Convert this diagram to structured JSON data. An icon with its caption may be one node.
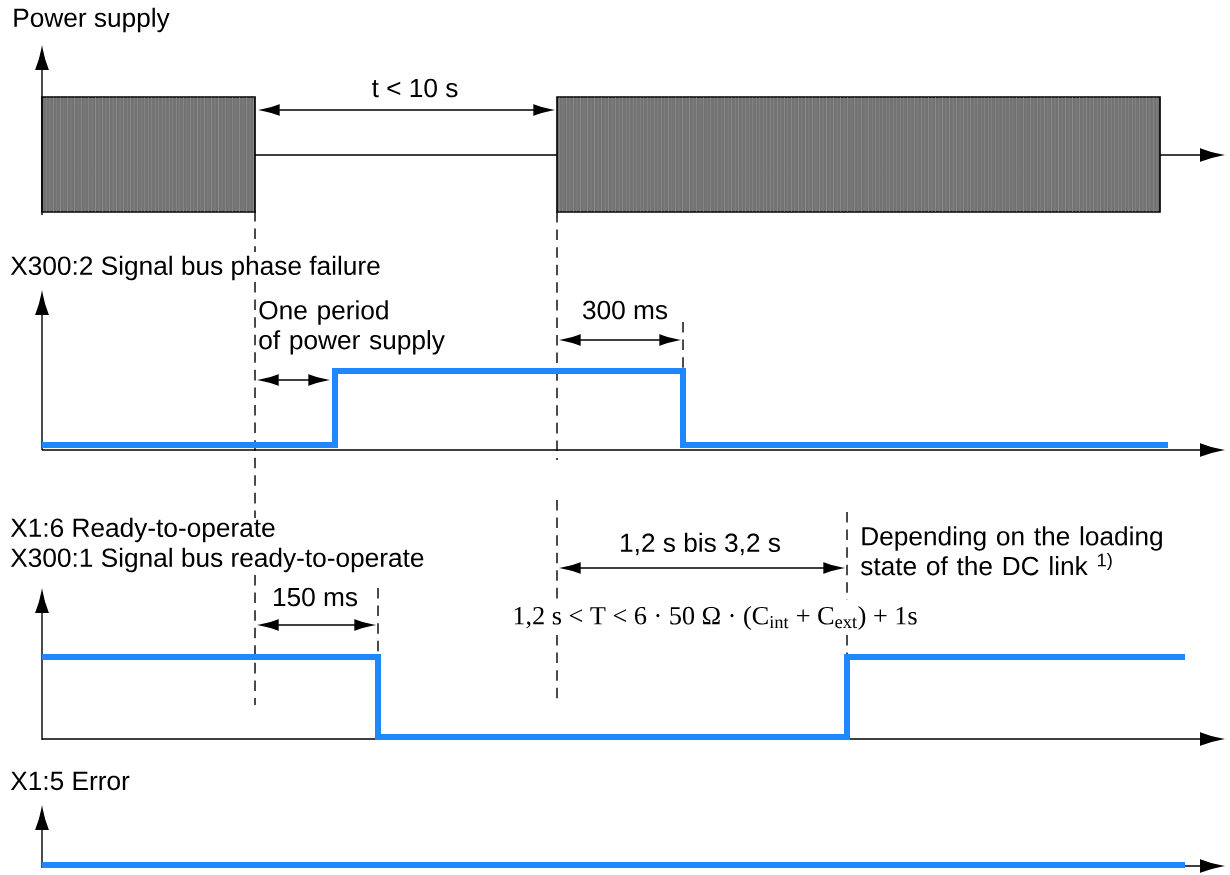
{
  "diagram": {
    "labels": [
      "Power supply",
      "t < 10 s",
      "X300:2 Signal bus phase failure",
      "One period of power supply",
      "300 ms",
      "X1:6 Ready-to-operate",
      "X300:1 Signal bus ready-to-operate",
      "1,2 s bis 3,2 s",
      "Depending on the loading state of the DC link $^{1)}$",
      "150 ms",
      "1,2 s < T < 6 · 50 Ω · (C$_{int}$ + C$_{ext}$) + 1s",
      "X1:5 Error"
    ]
  }
}
